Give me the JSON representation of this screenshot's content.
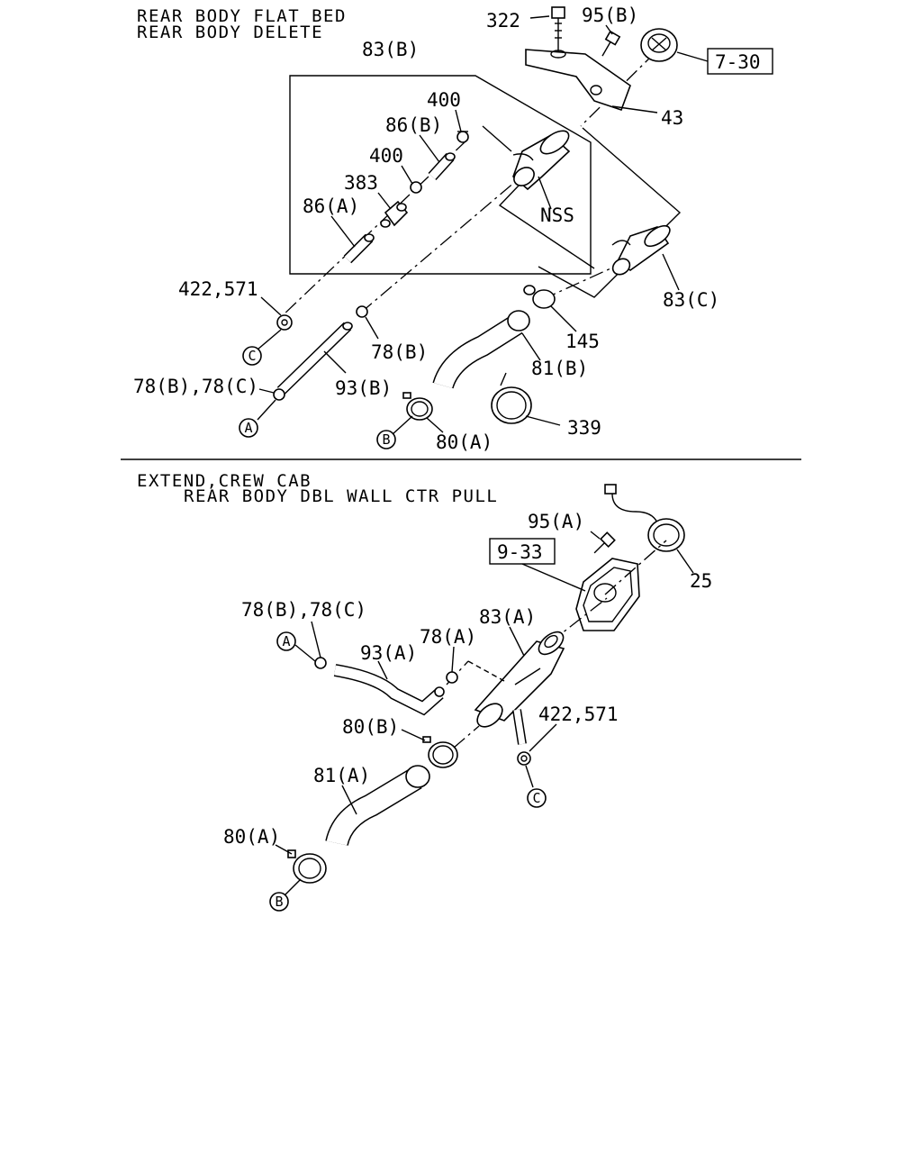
{
  "top_section": {
    "header_line1": "REAR BODY FLAT BED",
    "header_line2": "REAR BODY DELETE",
    "labels": {
      "l322": "322",
      "l95b": "95(B)",
      "l7_30": "7-30",
      "l43": "43",
      "l83b": "83(B)",
      "l400a": "400",
      "l86b": "86(B)",
      "l400b": "400",
      "l383": "383",
      "l86a": "86(A)",
      "lnss": "NSS",
      "l83c": "83(C)",
      "l422": "422,571",
      "l78b": "78(B)",
      "l145": "145",
      "l81b": "81(B)",
      "l78bc": "78(B),78(C)",
      "l93b": "93(B)",
      "l339": "339",
      "l80a": "80(A)"
    },
    "callouts": {
      "c": "C",
      "a": "A",
      "b": "B"
    }
  },
  "bottom_section": {
    "header_line1": "EXTEND,CREW CAB",
    "header_line2": "REAR BODY DBL WALL CTR PULL",
    "labels": {
      "l95a": "95(A)",
      "l9_33": "9-33",
      "l25": "25",
      "l78bc": "78(B),78(C)",
      "l83a": "83(A)",
      "l93a": "93(A)",
      "l78a": "78(A)",
      "l422": "422,571",
      "l80b": "80(B)",
      "l81a": "81(A)",
      "l80a": "80(A)"
    },
    "callouts": {
      "a": "A",
      "c": "C",
      "b": "B"
    }
  }
}
